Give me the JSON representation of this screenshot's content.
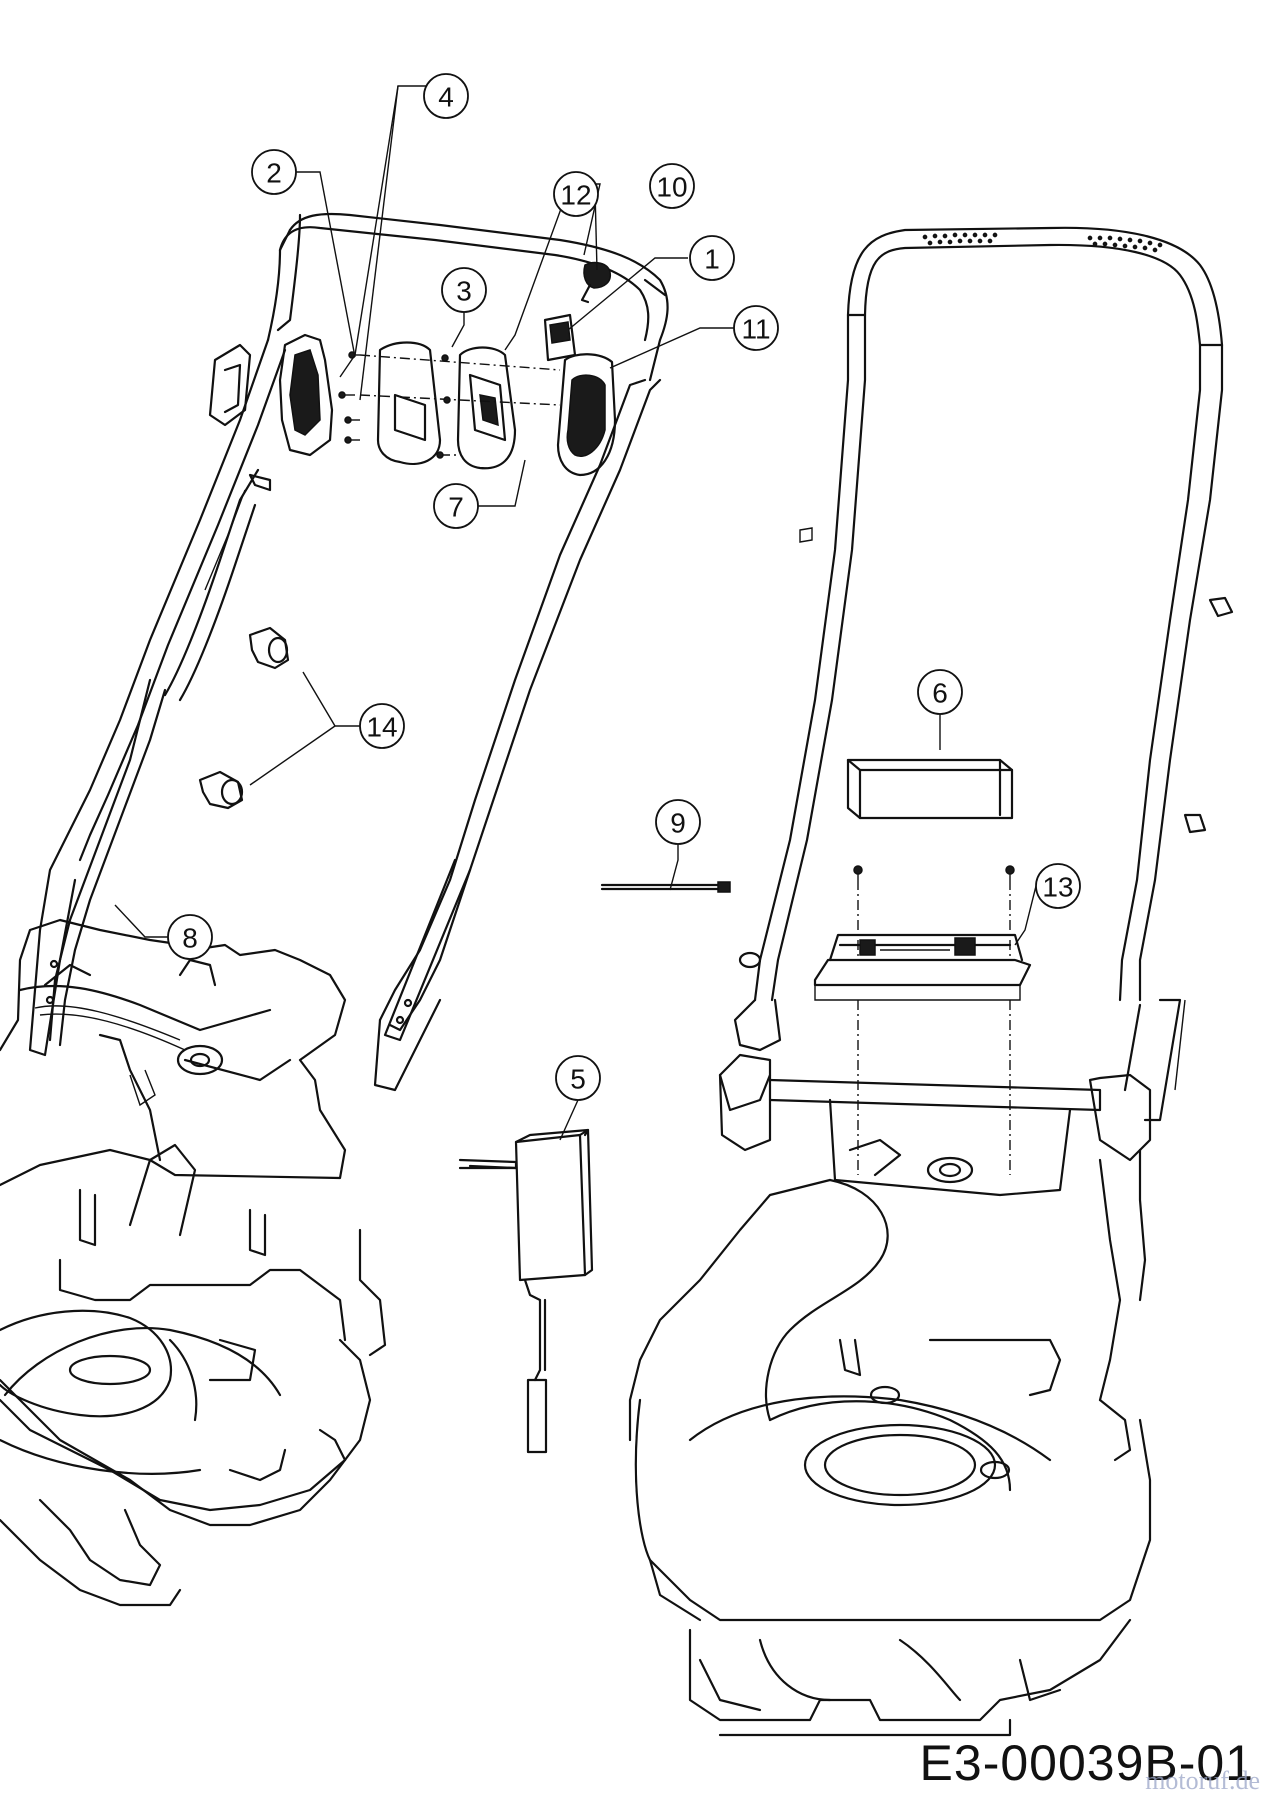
{
  "callouts": [
    {
      "id": "c1",
      "label": "1"
    },
    {
      "id": "c2",
      "label": "2"
    },
    {
      "id": "c3",
      "label": "3"
    },
    {
      "id": "c4",
      "label": "4"
    },
    {
      "id": "c5",
      "label": "5"
    },
    {
      "id": "c6",
      "label": "6"
    },
    {
      "id": "c7",
      "label": "7"
    },
    {
      "id": "c8",
      "label": "8"
    },
    {
      "id": "c9",
      "label": "9"
    },
    {
      "id": "c10",
      "label": "10"
    },
    {
      "id": "c11",
      "label": "11"
    },
    {
      "id": "c12",
      "label": "12"
    },
    {
      "id": "c13",
      "label": "13"
    },
    {
      "id": "c14",
      "label": "14"
    }
  ],
  "drawing_code": "E3-00039B-01",
  "watermark": "motoruf.de"
}
